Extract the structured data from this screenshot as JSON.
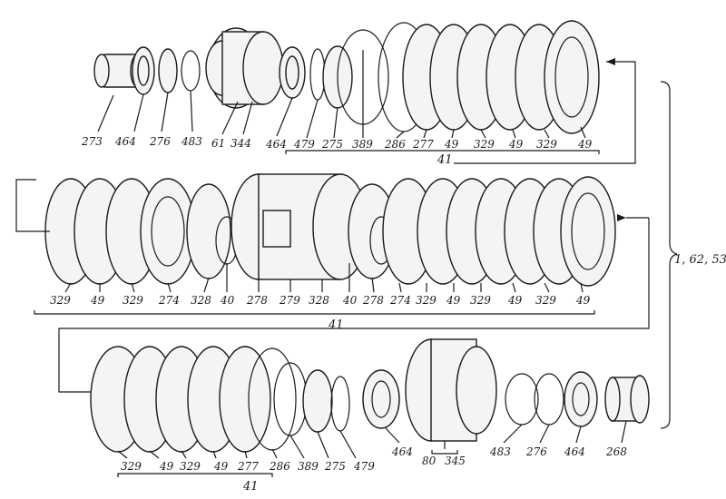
{
  "rows": [
    {
      "labels": [
        "273",
        "464",
        "276",
        "483",
        "61",
        "344",
        "464",
        "479",
        "275",
        "389",
        "286",
        "277",
        "49",
        "329",
        "49",
        "329",
        "49"
      ],
      "group_label": "41"
    },
    {
      "labels": [
        "329",
        "49",
        "329",
        "274",
        "328",
        "40",
        "278",
        "279",
        "328",
        "40",
        "278",
        "274",
        "329",
        "49",
        "329",
        "49",
        "329",
        "49"
      ],
      "group_label": "41"
    },
    {
      "labels": [
        "329",
        "49",
        "329",
        "49",
        "277",
        "286",
        "389",
        "275",
        "479",
        "464",
        "80",
        "345",
        "483",
        "276",
        "464",
        "268"
      ],
      "group_label": "41"
    }
  ],
  "side_label": "1, 62, 53"
}
